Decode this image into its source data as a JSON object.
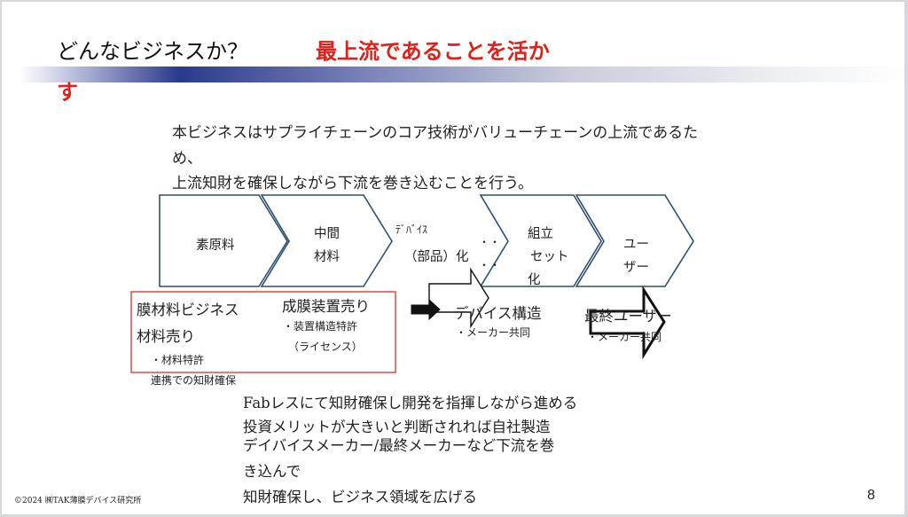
{
  "title": {
    "prefix": "どんなビジネスか？",
    "emphasis": "最上流であることを活か",
    "emphasis_wrap": "す"
  },
  "intro": {
    "line1": "本ビジネスはサプライチェーンのコア技術がバリューチェーンの上流であるた",
    "line2": "め、",
    "line3": "上流知財を確保しながら下流を巻き込むことを行う。"
  },
  "chain": {
    "step1": "素原料",
    "step2_l1": "中間",
    "step2_l2": "材料",
    "step3_l1": "ﾃﾞﾊﾞｲｽ",
    "step3_l2": "（部品）化",
    "dots": "・・",
    "step4_l1": "組立",
    "step4_l2": "セット",
    "step4_l3": "化",
    "step5_l1": "ユー",
    "step5_l2": "ザー"
  },
  "business": {
    "film_l1": "膜材料ビジネス",
    "film_l2": "材料売り",
    "film_sub": "・材料特許",
    "film_link": "連携での知財確保",
    "equip_l1": "成膜装置売り",
    "equip_sub1": "・装置構造特許",
    "equip_sub2": "（ライセンス）",
    "device_l1": "デバイス構造",
    "device_sub": "・メーカー共同",
    "final_l1": "最終ユーザー",
    "final_sub": "・メーカー共同"
  },
  "bottom": {
    "line1": "Fabレスにて知財確保し開発を指揮しながら進める",
    "line2": "投資メリットが大きいと判断されれば自社製造",
    "line3": "デイバイスメーカー/最終メーカーなど下流を巻",
    "line4": "き込んで",
    "line5": "知財確保し、ビジネス領域を広げる"
  },
  "footer": {
    "copyright": "©2024 ㈱TAK薄膜デバイス研究所",
    "page": "8"
  },
  "colors": {
    "emphasis": "#e0201b",
    "chevron_stroke": "#2f4f6f",
    "box_stroke": "#e04a45",
    "title_bar": "#2a3a8c"
  }
}
